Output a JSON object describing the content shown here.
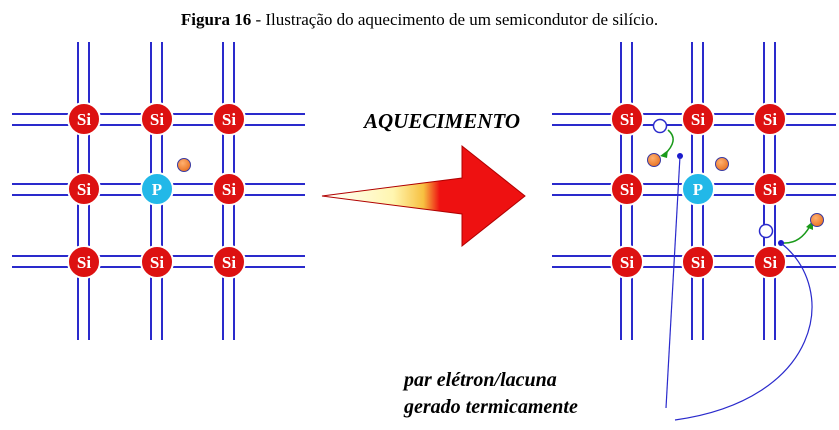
{
  "caption": {
    "bold": "Figura 16",
    "text": " - Ilustração do aquecimento de um semicondutor de silício."
  },
  "arrow_label": "AQUECIMENTO",
  "pair_label": {
    "line1": "par elétron/lacuna",
    "line2": "gerado termicamente"
  },
  "atoms": {
    "silicon": "Si",
    "phosphorus": "P"
  },
  "colors": {
    "bond": "#2a2acc",
    "silicon": "#dd1111",
    "phosphorus": "#22b8e8",
    "electron": "#e8701e",
    "hole_stroke": "#2a2acc",
    "move_arrow": "#1a9a1a",
    "arrow_red": "#ee1111"
  }
}
